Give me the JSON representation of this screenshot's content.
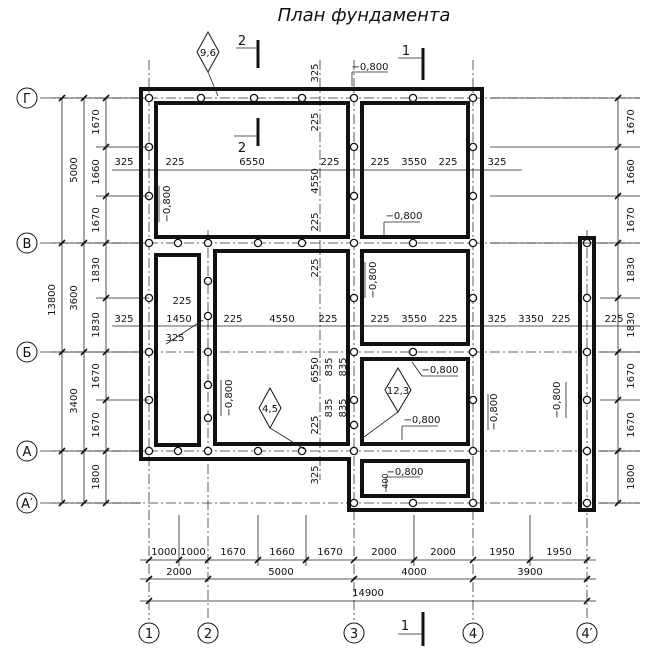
{
  "title": "План фундамента",
  "axes_rows": [
    {
      "label": "Г"
    },
    {
      "label": "В"
    },
    {
      "label": "Б"
    },
    {
      "label": "А"
    },
    {
      "label": "А′"
    }
  ],
  "axes_cols": [
    {
      "label": "1"
    },
    {
      "label": "2"
    },
    {
      "label": "3"
    },
    {
      "label": "4"
    },
    {
      "label": "4′"
    }
  ],
  "left_dims_inner": [
    "1670",
    "1660",
    "1670",
    "1830",
    "1830",
    "1670",
    "1670",
    "1800"
  ],
  "left_dims_mid": [
    "5000",
    "3600",
    "3400"
  ],
  "left_dims_total": "13800",
  "right_dims": [
    "1670",
    "1660",
    "1670",
    "1830",
    "1830",
    "1670",
    "1670",
    "1800"
  ],
  "bottom_dims_row1": [
    "1000",
    "1000",
    "1670",
    "1660",
    "1670",
    "2000",
    "2000",
    "1950",
    "1950"
  ],
  "bottom_dims_row2": [
    "2000",
    "5000",
    "4000",
    "3900"
  ],
  "bottom_dims_total": "14900",
  "row_dims_top": [
    "325",
    "225",
    "6550",
    "225",
    "225",
    "3550",
    "225",
    "325"
  ],
  "row_dims_mid": [
    "325",
    "1450",
    "225",
    "4550",
    "225",
    "225",
    "3550",
    "225",
    "325",
    "3350",
    "225",
    "225"
  ],
  "vertical_center_dims": [
    "325",
    "225",
    "4550",
    "225",
    "225",
    "6550",
    "225",
    "325"
  ],
  "small_dims": [
    "225",
    "325",
    "835",
    "835",
    "835",
    "835"
  ],
  "elevations": [
    "−0,800",
    "−0,800",
    "−0,800",
    "−0,800",
    "−0,800",
    "−0,800",
    "−0,800",
    "−0,800",
    "−0,800",
    "−0,800"
  ],
  "diamond_marks": [
    "9,6",
    "4,5",
    "12,3"
  ],
  "section_marks": [
    "2",
    "2",
    "1",
    "1"
  ],
  "bottom_text": "400"
}
